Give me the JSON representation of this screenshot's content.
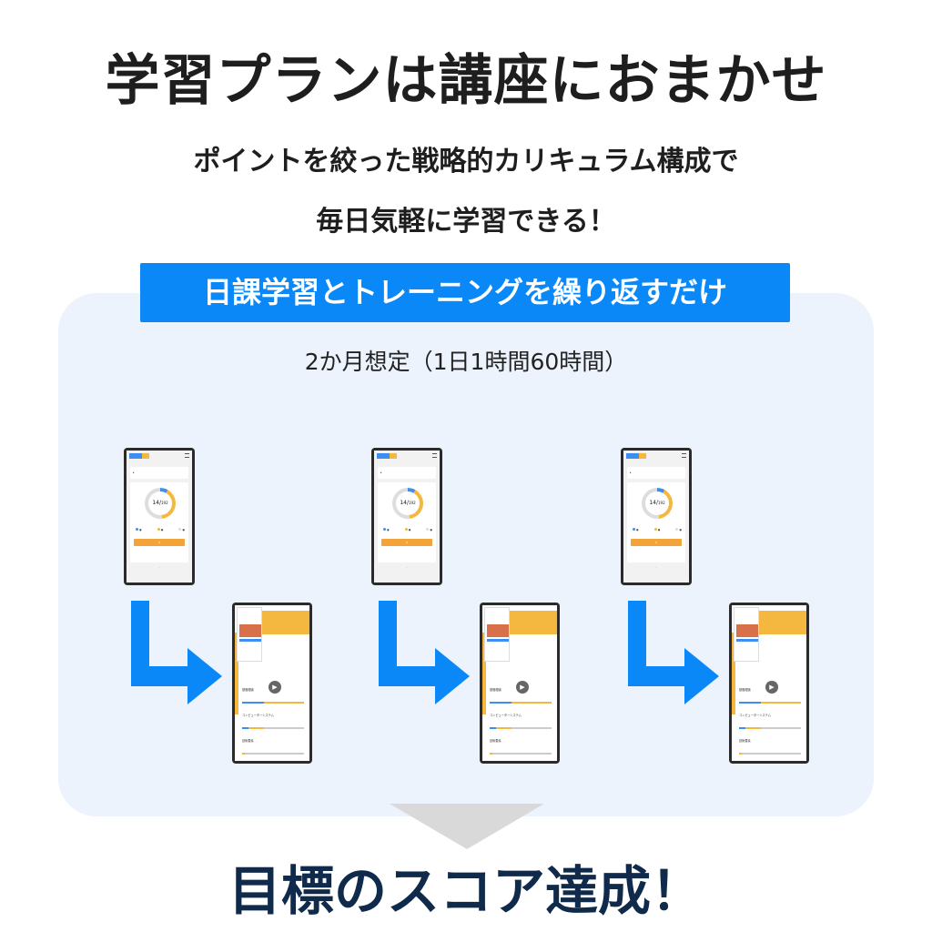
{
  "header": {
    "title": "学習プランは講座におまかせ",
    "subtitle_line1": "ポイントを絞った戦略的カリキュラム構成で",
    "subtitle_line2": "毎日気軽に学習できる！"
  },
  "banner": {
    "label": "日課学習とトレーニングを繰り返すだけ"
  },
  "period": "2か月想定（1日1時間60時間）",
  "phone": {
    "progress_done": "14",
    "progress_total": "192",
    "section_1": "基礎理論",
    "section_2": "コンピューターシステム",
    "section_3": "技術要素"
  },
  "colors": {
    "accent_blue": "#0a88f8",
    "accent_orange": "#f4b740",
    "goal_navy": "#0f2a4a",
    "panel_bg": "#ecf3fc"
  },
  "footer": {
    "goal": "目標のスコア達成！"
  }
}
